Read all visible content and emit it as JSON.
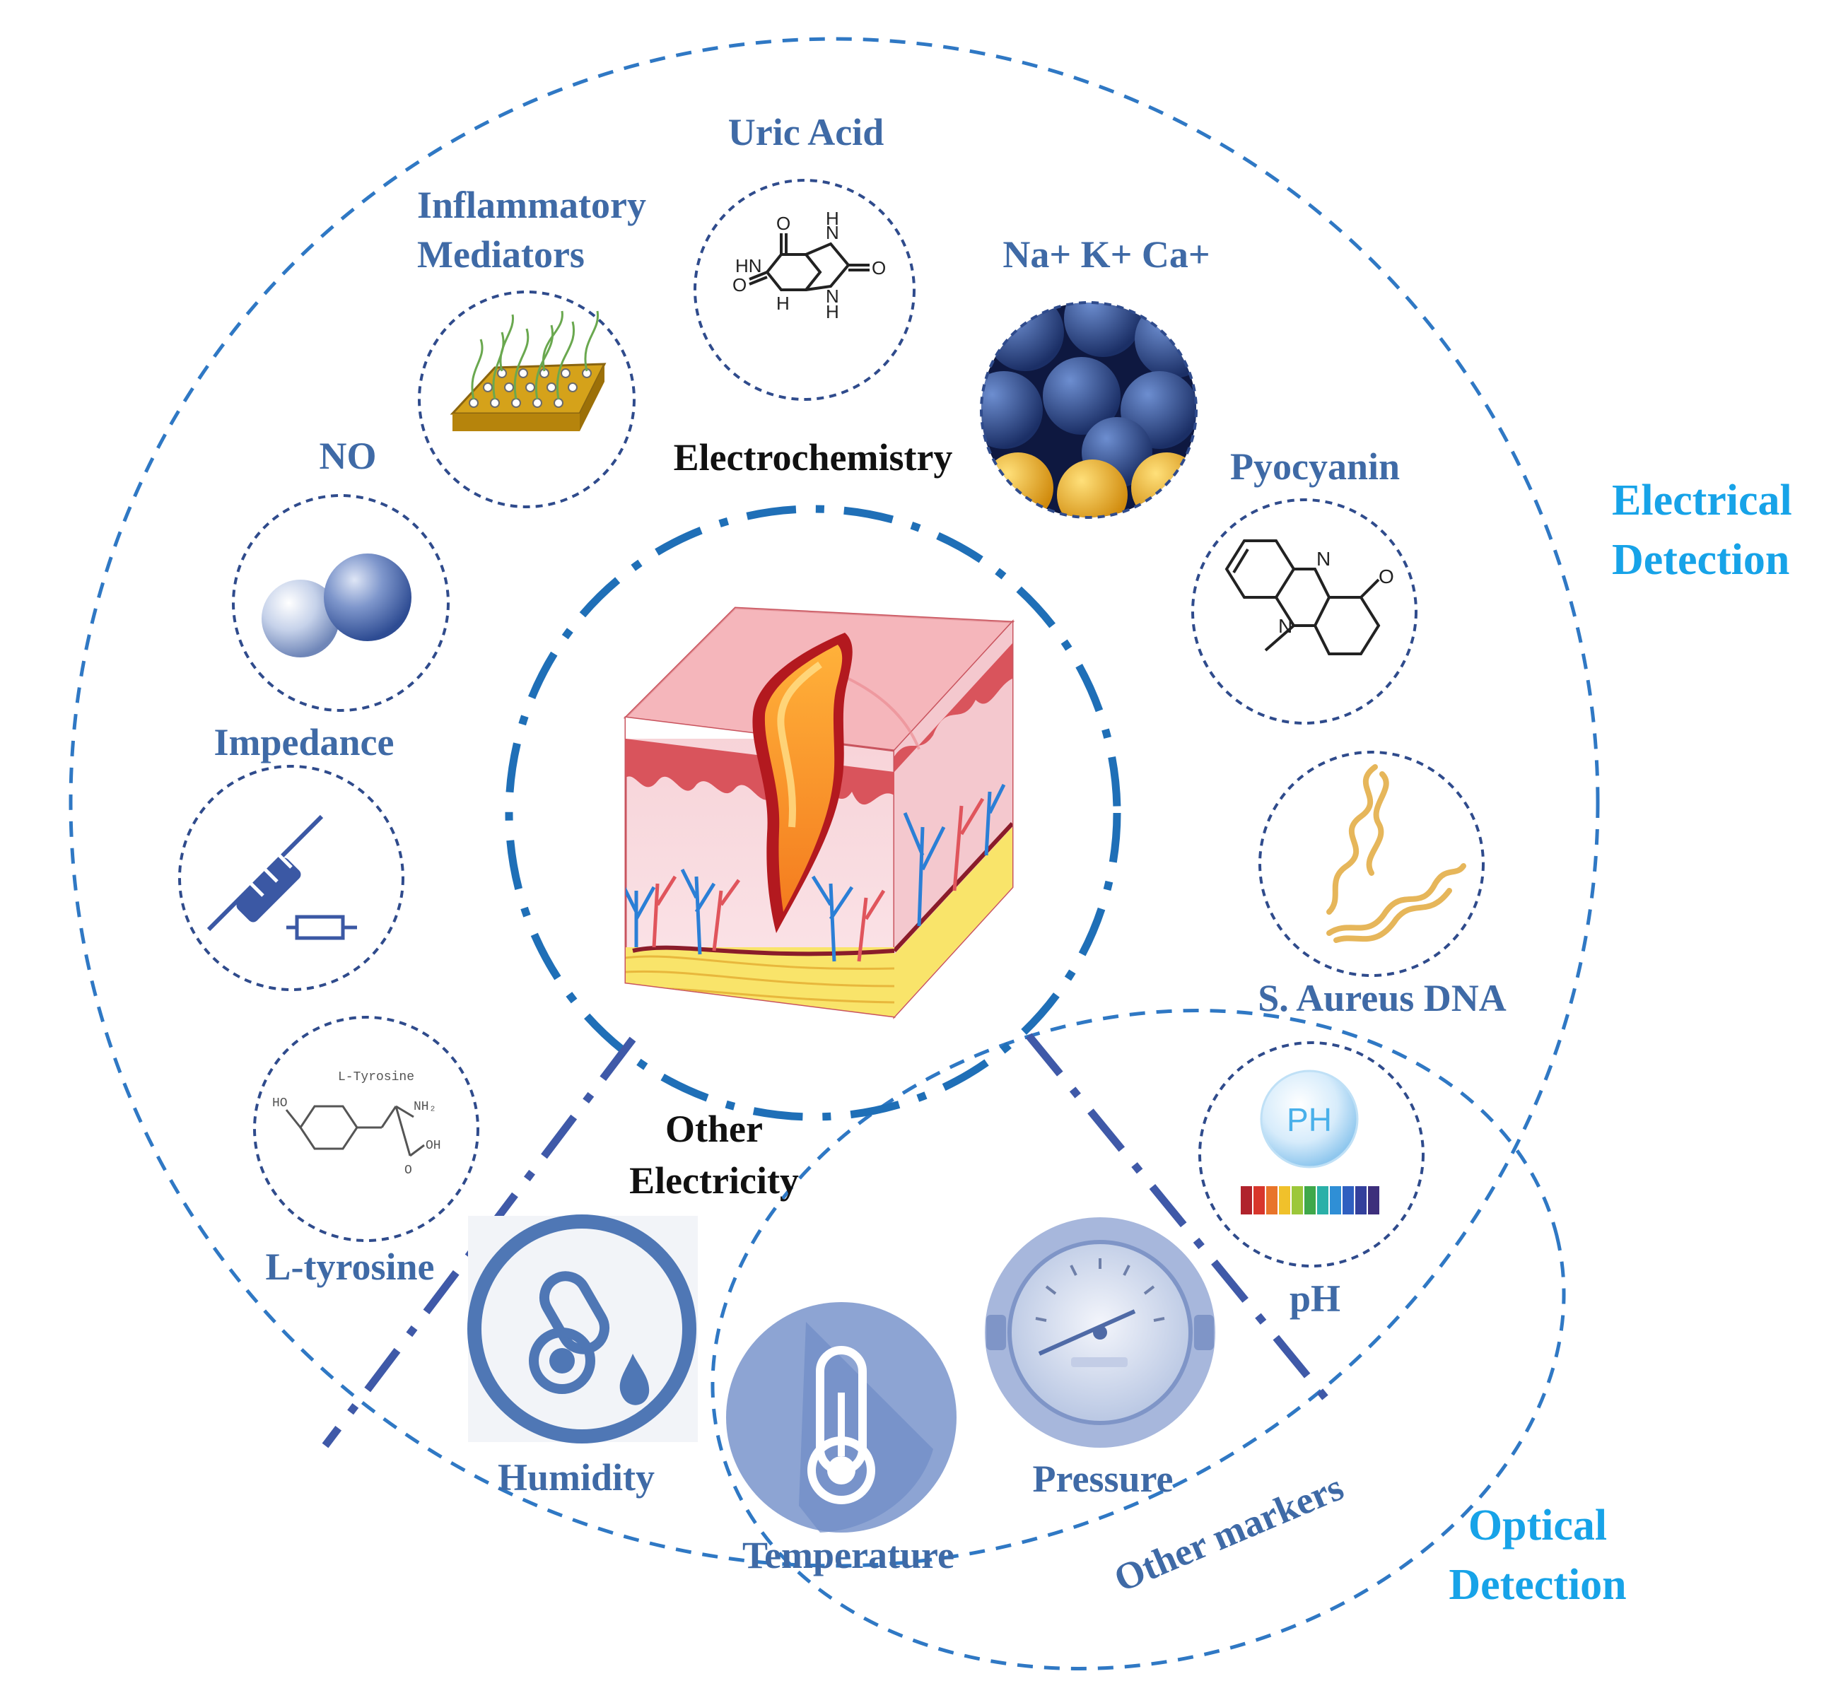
{
  "labels": {
    "uric_acid": "Uric Acid",
    "inflammatory_1": "Inflammatory",
    "inflammatory_2": "Mediators",
    "ions": "Na+ K+ Ca+",
    "no": "NO",
    "electrochemistry": "Electrochemistry",
    "pyocyanin": "Pyocyanin",
    "impedance": "Impedance",
    "s_aureus": "S. Aureus  DNA",
    "other_electricity_1": "Other",
    "other_electricity_2": "Electricity",
    "l_tyrosine": "L-tyrosine",
    "ph": "pH",
    "humidity": "Humidity",
    "pressure": "Pressure",
    "temperature": "Temperature",
    "other_markers": "Other markers",
    "electrical_1": "Electrical",
    "electrical_2": "Detection",
    "optical_1": "Optical",
    "optical_2": "Detection"
  },
  "structure_text": {
    "uric_o": "O",
    "uric_h": "H",
    "uric_n": "N",
    "uric_hn": "HN",
    "pyo_n": "N",
    "pyo_o": "O",
    "tyr_title": "L-Tyrosine",
    "tyr_ho": "HO",
    "tyr_nh2": "NH₂",
    "tyr_oh": "OH",
    "tyr_o": "O",
    "ph_badge": "PH"
  },
  "colors": {
    "label_blue": "#3f6aa6",
    "title_cyan": "#17a3e8",
    "dashed_blue": "#2f78c4",
    "navy_dash": "#3b4c8c",
    "icon_blue": "#5b7fba"
  }
}
